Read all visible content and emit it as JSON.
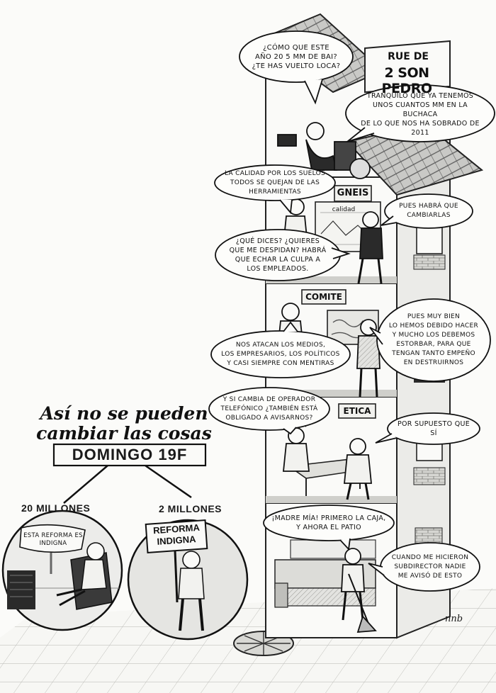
{
  "street_sign": {
    "line1": "RUE DE",
    "line2": "2 SON PEDRO"
  },
  "floor_signs": {
    "gneis": "GNEIS",
    "comite": "COMITE",
    "etica": "ETICA"
  },
  "whiteboard_label": "calidad",
  "bubbles": {
    "top_woman": "¿Cómo que este\naño 20 5 MM de BAI?\n¿Te has vuelto loca?",
    "top_boss": "Tranquilo que ya tenemos\nunos cuantos MM en la Buchaca\nde lo que nos ha sobrado de\n2011",
    "gneis_left": "La calidad por los suelos\ntodos se quejan de las\nherramientas",
    "gneis_right": "Pues habrá que\ncambiarlas",
    "gneis_left2": "¿Qué dices? ¿Quieres\nque me despidan? Habrá\nque echar la culpa a\nlos empleados.",
    "comite_right": "Pues muy bien\nlo hemos debido hacer\ny mucho los debemos\nestorbar, para que\ntengan tanto empeño\nen destruirnos",
    "comite_left": "Nos atacan los medios,\nlos empresarios, los políticos\ny casi siempre con mentiras",
    "etica_left": "Y si cambia de operador\ntelefónico ¿también está\nobligado a avisarnos?",
    "etica_right": "Por supuesto que sí",
    "patio_top": "¡Madre mía! Primero la caja,\ny ahora el patio",
    "patio_right": "Cuando me hicieron\nsubdirector nadie\nme avisó de esto",
    "couch_bubble": "Esta reforma es\nindigna"
  },
  "headline": "Así no se pueden\ncambiar las cosas",
  "date_label": "DOMINGO 19F",
  "left_count": "20 MILLONES",
  "right_count": "2 MILLONES",
  "protest_sign": {
    "line1": "REFORMA",
    "line2": "INDIGNA"
  },
  "signature": "nnb"
}
